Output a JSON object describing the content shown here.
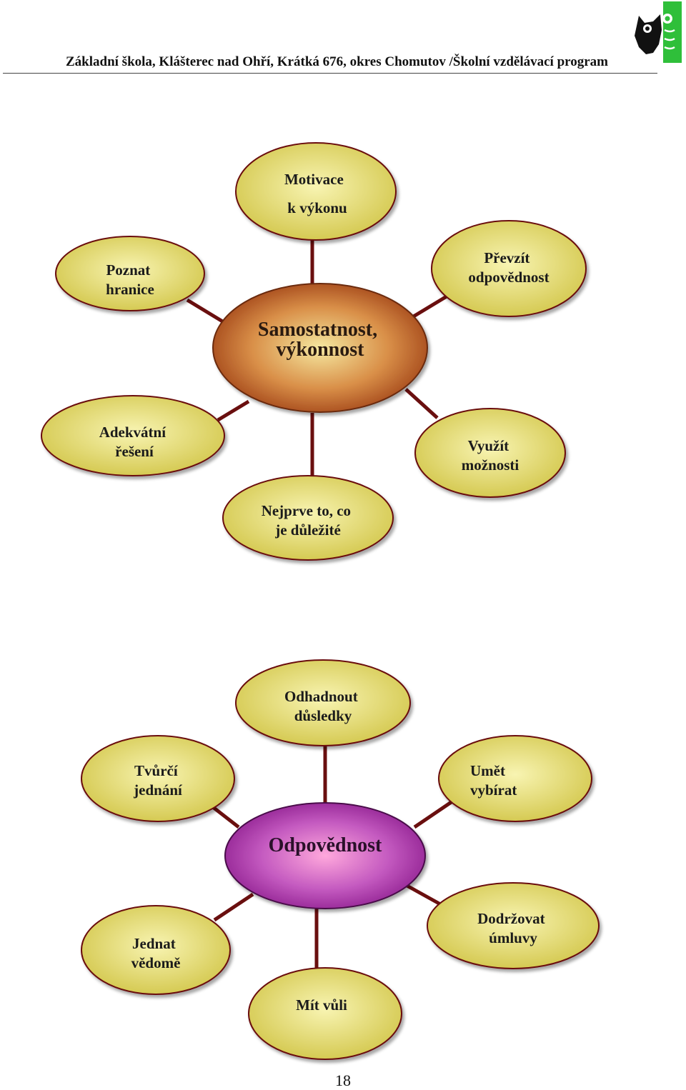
{
  "header": {
    "title": "Základní škola, Klášterec nad Ohří, Krátká 676, okres Chomutov /Školní vzdělávací program"
  },
  "colors": {
    "line": "#6a0f0f",
    "petal_fill_center": "#f8f4b2",
    "petal_fill_edge": "#d2c64a",
    "petal_stroke": "#6a0f0f",
    "hub1_center": "#f5e8a0",
    "hub1_edge": "#9a3a12",
    "hub2_center": "#ffa8dc",
    "hub2_edge": "#8a1a8c"
  },
  "diagrams": [
    {
      "hub": {
        "lines": [
          "Samostatnost,",
          "výkonnost"
        ]
      },
      "petals": [
        {
          "lines": [
            "Motivace",
            "k výkonu"
          ]
        },
        {
          "lines": [
            "Poznat",
            "hranice"
          ]
        },
        {
          "lines": [
            "Převzít",
            "odpovědnost"
          ]
        },
        {
          "lines": [
            "Adekvátní",
            "řešení"
          ]
        },
        {
          "lines": [
            "Využít",
            "možnosti"
          ]
        },
        {
          "lines": [
            "Nejprve to, co",
            "je důležité"
          ]
        }
      ]
    },
    {
      "hub": {
        "lines": [
          "Odpovědnost"
        ]
      },
      "petals": [
        {
          "lines": [
            "Odhadnout",
            "důsledky"
          ]
        },
        {
          "lines": [
            "Tvůrčí",
            "jednání"
          ]
        },
        {
          "lines": [
            "Umět",
            "vybírat"
          ]
        },
        {
          "lines": [
            "Jednat",
            "vědomě"
          ]
        },
        {
          "lines": [
            "Dodržovat",
            "úmluvy"
          ]
        },
        {
          "lines": [
            "Mít vůli"
          ]
        }
      ]
    }
  ],
  "page_number": "18"
}
